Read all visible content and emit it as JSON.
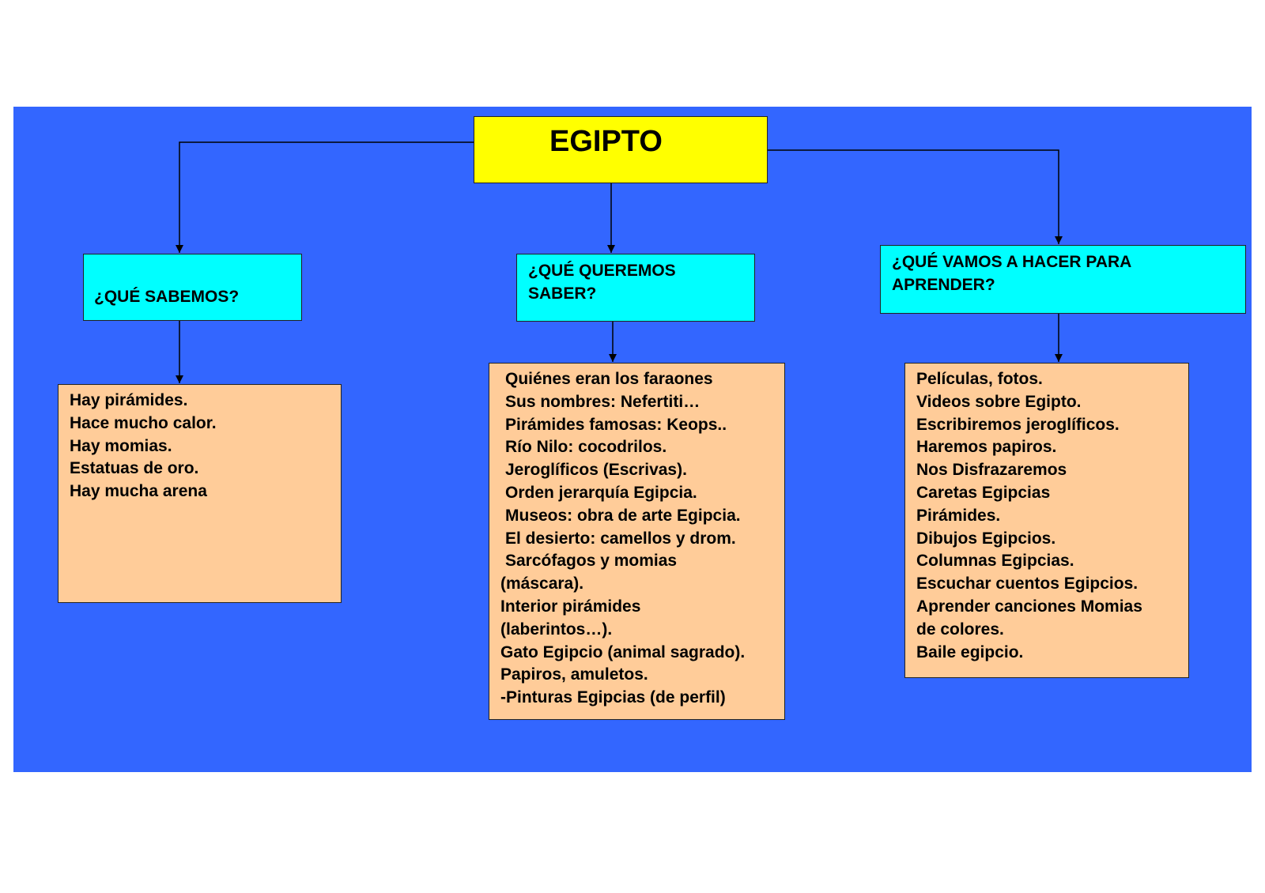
{
  "diagram": {
    "background_color": "#3366ff",
    "root": {
      "label": "EGIPTO",
      "color": "#ffff00"
    },
    "questions": [
      {
        "label": "¿QUÉ SABEMOS?",
        "color": "#00ffff"
      },
      {
        "label": "¿QUÉ QUEREMOS\nSABER?",
        "color": "#00ffff"
      },
      {
        "label": "¿QUÉ VAMOS A HACER PARA\nAPRENDER?",
        "color": "#00ffff"
      }
    ],
    "answers_color": "#ffcc99",
    "answers": [
      [
        "Hay pirámides.",
        "Hace mucho calor.",
        "Hay momias.",
        "Estatuas de oro.",
        "Hay mucha arena"
      ],
      [
        "Quiénes eran los faraones",
        "Sus nombres: Nefertiti…",
        "Pirámides famosas: Keops..",
        "Río Nilo: cocodrilos.",
        "Jeroglíficos (Escrivas).",
        "Orden jerarquía Egipcia.",
        "Museos: obra de arte Egipcia.",
        "El desierto: camellos y drom.",
        "Sarcófagos y momias",
        "(máscara).",
        "Interior pirámides",
        "(laberintos…).",
        "Gato Egipcio (animal sagrado).",
        "Papiros, amuletos.",
        "-Pinturas Egipcias (de perfil)"
      ],
      [
        "Películas, fotos.",
        "Videos sobre Egipto.",
        "Escribiremos jeroglíficos.",
        "Haremos papiros.",
        "Nos Disfrazaremos",
        "Caretas Egipcias",
        "Pirámides.",
        "Dibujos Egipcios.",
        "Columnas Egipcias.",
        "Escuchar cuentos Egipcios.",
        "Aprender canciones Momias",
        "de colores.",
        "Baile egipcio."
      ]
    ]
  }
}
